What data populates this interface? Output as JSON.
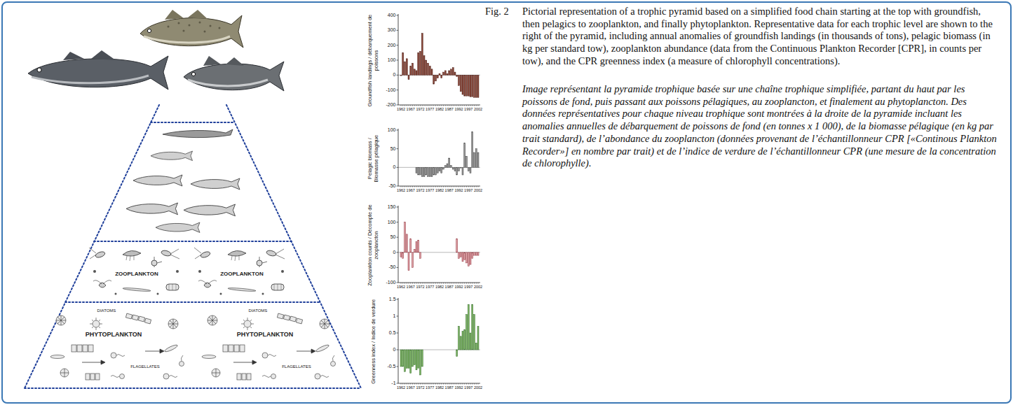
{
  "diagram": {
    "caption": "Pictorial representation of a trophic pyramid based on a simplified food chain starting at the top with groundfish, then pelagics to zooplankton, and finally phytoplankton. Representative data for each trophic level are shown to the right of the pyramid, including annual anomalies of groundfish landings (in thousands of tons), pelagic biomass (in kg per standard tow), zooplankton abundance (data from the Continuous Plankton Recorder [CPR], in counts per tow), and the CPR greenness index (a measure of chlorophyll concentrations).",
    "labels": [
      "Fig. 2",
      "Image représentant la pyramide trophique basée sur une chaîne trophique simplifiée, partant du haut par les poissons de fond, puis passant aux poissons pélagiques, au zooplancton, et finalement au phytoplancton. Des données représentatives pour chaque niveau trophique sont montrées à la droite de la pyramide incluant les anomalies annuelles de débarquement de poissons de fond (en tonnes x 1 000), de la biomasse pélagique (en kg par trait standard), de l’abondance du zooplancton (données provenant de l’échantillonneur CPR [«Continous Plankton Recorder»] en nombre par trait) et de l’indice de verdure de l’échantillonneur CPR (une mesure de la concentration de chlorophylle).",
      "Groundfish landings / débarquement de poissons",
      "400",
      "300",
      "200",
      "100",
      "0",
      "-100",
      "-200",
      "1962",
      "1967",
      "1972",
      "1977",
      "1982",
      "1987",
      "1992",
      "1997",
      "2002",
      "Pelagic biomass / Biomasse pélagique",
      "100",
      "50",
      "0",
      "-50",
      "1962",
      "1967",
      "1972",
      "1977",
      "1982",
      "1987",
      "1992",
      "1997",
      "2002",
      "Zooplankton counts / Décompte de zooplancton",
      "150",
      "100",
      "50",
      "0",
      "-50",
      "-100",
      "1962",
      "1967",
      "1972",
      "1977",
      "1982",
      "1987",
      "1992",
      "1997",
      "2002",
      "Greenness index / Indice de verdure",
      "1.5",
      "1",
      "0.5",
      "0",
      "-0.5",
      "-1",
      "1962",
      "1967",
      "1972",
      "1977",
      "1982",
      "1987",
      "1992",
      "1997",
      "2002",
      "ZOOPLANKTON",
      "ZOOPLANKTON",
      "DIATOMS",
      "PHYTOPLANKTON",
      "FLAGELLATES",
      "DIATOMS",
      "PHYTOPLANKTON",
      "FLAGELLATES"
    ]
  }
}
